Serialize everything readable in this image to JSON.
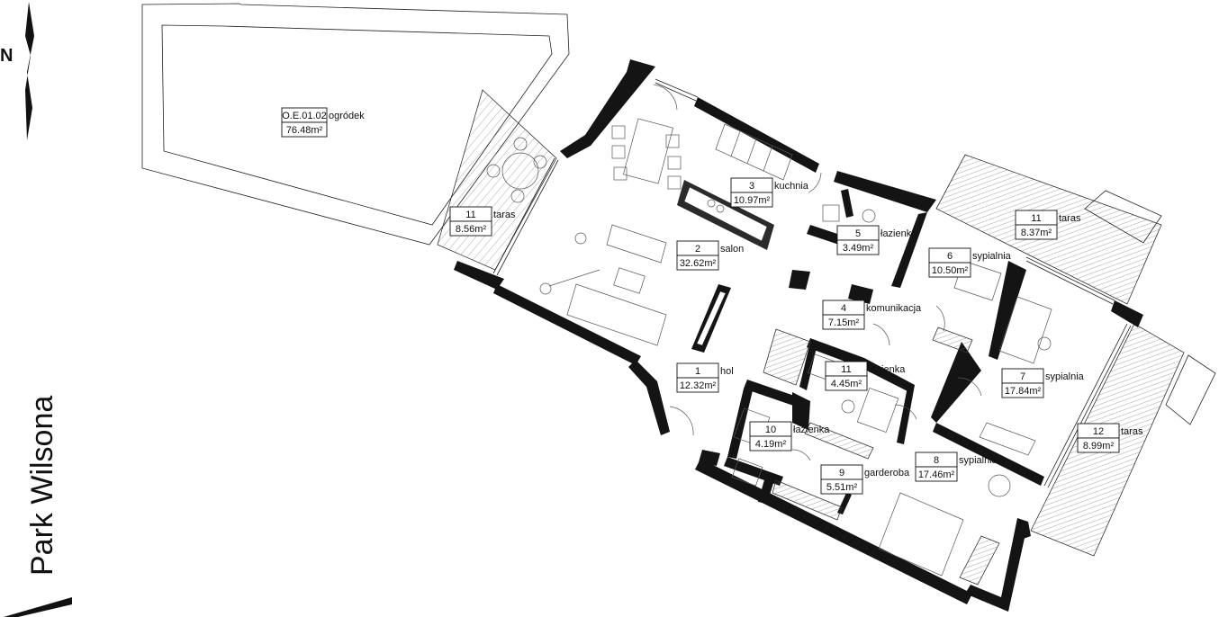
{
  "north_label": "N",
  "street_label": "Park Wilsona",
  "rooms": [
    {
      "id": "garden",
      "number": "O.E.01.02",
      "name": "ogródek",
      "area": "76.48m²"
    },
    {
      "id": "taras-west",
      "number": "11",
      "name": "taras",
      "area": "8.56m²"
    },
    {
      "id": "kitchen",
      "number": "3",
      "name": "kuchnia",
      "area": "10.97m²"
    },
    {
      "id": "living",
      "number": "2",
      "name": "salon",
      "area": "32.62m²"
    },
    {
      "id": "bath-5",
      "number": "5",
      "name": "łazienka",
      "area": "3.49m²"
    },
    {
      "id": "taras-north",
      "number": "11",
      "name": "taras",
      "area": "8.37m²"
    },
    {
      "id": "bed-6",
      "number": "6",
      "name": "sypialnia",
      "area": "10.50m²"
    },
    {
      "id": "corridor",
      "number": "4",
      "name": "komunikacja",
      "area": "7.15m²"
    },
    {
      "id": "bath-11",
      "number": "11",
      "name": "łazienka",
      "area": "4.45m²"
    },
    {
      "id": "hall",
      "number": "1",
      "name": "hol",
      "area": "12.32m²"
    },
    {
      "id": "bed-7",
      "number": "7",
      "name": "sypialnia",
      "area": "17.84m²"
    },
    {
      "id": "bath-10",
      "number": "10",
      "name": "łazienka",
      "area": "4.19m²"
    },
    {
      "id": "taras-east",
      "number": "12",
      "name": "taras",
      "area": "8.99m²"
    },
    {
      "id": "wardrobe",
      "number": "9",
      "name": "garderoba",
      "area": "5.51m²"
    },
    {
      "id": "bed-8",
      "number": "8",
      "name": "sypialnia",
      "area": "17.46m²"
    }
  ]
}
